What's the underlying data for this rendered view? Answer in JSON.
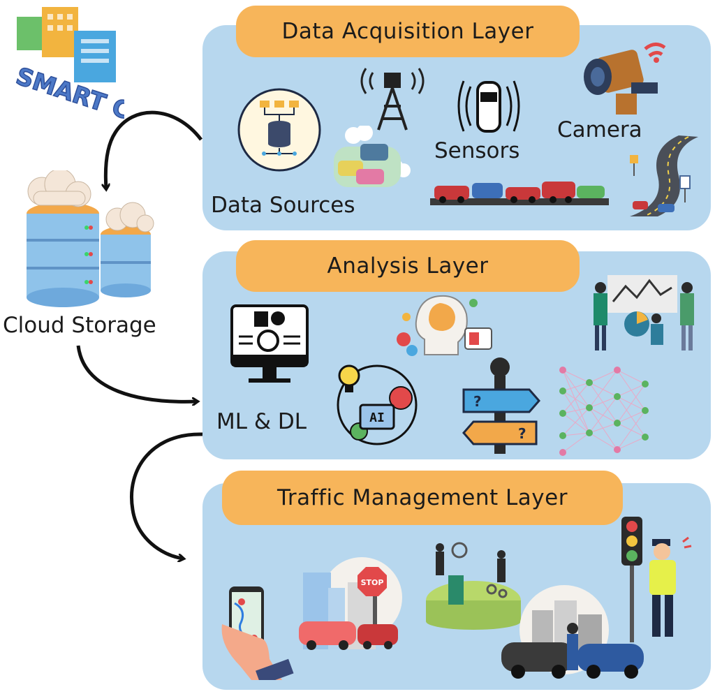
{
  "layers": [
    {
      "title": "Data Acquisition Layer"
    },
    {
      "title": "Analysis Layer"
    },
    {
      "title": "Traffic Management Layer"
    }
  ],
  "labels": {
    "data_sources": "Data Sources",
    "sensors": "Sensors",
    "camera": "Camera",
    "ml_dl": "ML & DL",
    "cloud_storage": "Cloud Storage",
    "ai_chip": "AI",
    "stop_sign": "STOP"
  },
  "logo": {
    "text": "SMART CITY"
  },
  "colors": {
    "layer_background": "#b7d7ee",
    "pill": "#f7b55a",
    "arrow": "#111111"
  }
}
